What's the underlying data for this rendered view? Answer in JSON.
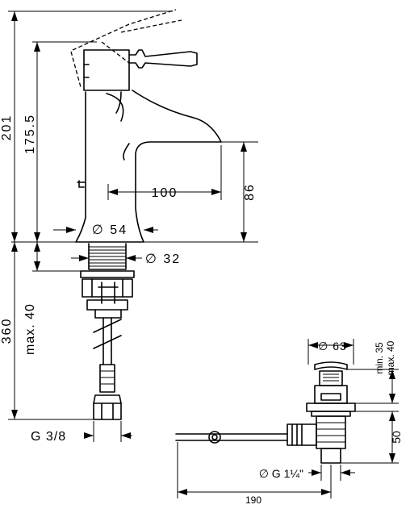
{
  "dimensions": {
    "total_height": "201",
    "spout_height_upper": "175.5",
    "spout_height": "86",
    "spout_reach": "100",
    "body_diameter": "∅ 54",
    "shank_diameter": "∅ 32",
    "hose_length": "360",
    "max_thickness": "max. 40",
    "connection_thread": "G 3/8",
    "waste_cap_diameter": "∅ 63",
    "min_35": "min. 35",
    "max_40": "max. 40",
    "waste_50": "50",
    "waste_thread": "∅ G 1¼\"",
    "rod_length": "190"
  }
}
